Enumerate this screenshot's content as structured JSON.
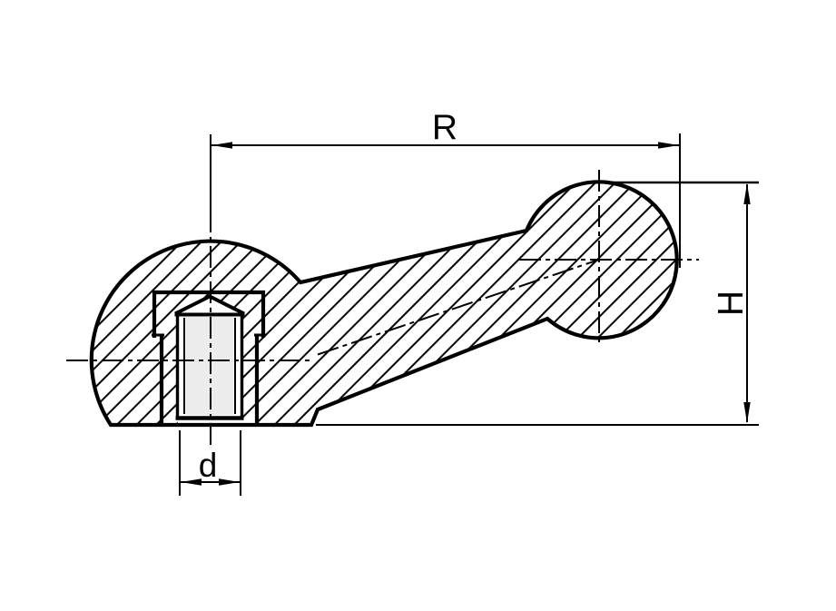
{
  "drawing": {
    "kind": "sectional technical drawing of a crank handle",
    "labels": {
      "radius": "R",
      "height": "H",
      "thread_diameter": "d"
    },
    "colors": {
      "line": "#000000",
      "background": "#ffffff",
      "bore_fill": "#ececec"
    }
  }
}
